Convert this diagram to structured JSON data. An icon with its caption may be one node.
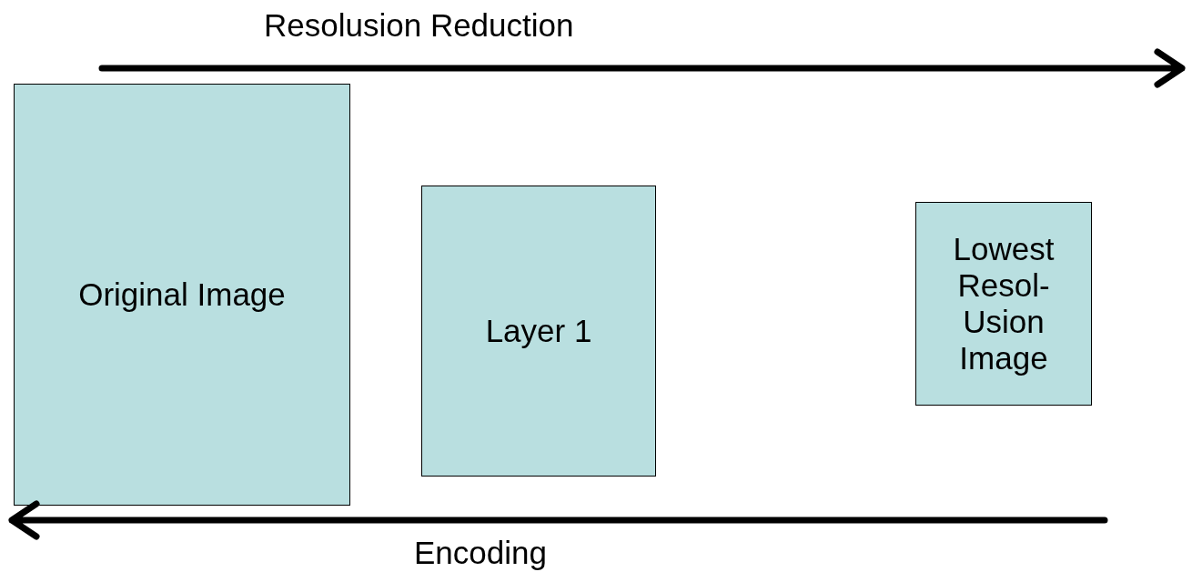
{
  "diagram": {
    "nodes": [
      {
        "text": [
          "Original Image"
        ]
      },
      {
        "text": [
          "Layer 1"
        ]
      },
      {
        "text": [
          "Lowest Resol- Usion Image"
        ]
      }
    ],
    "labels": [
      "Resolusion Reduction",
      "Encoding"
    ]
  }
}
